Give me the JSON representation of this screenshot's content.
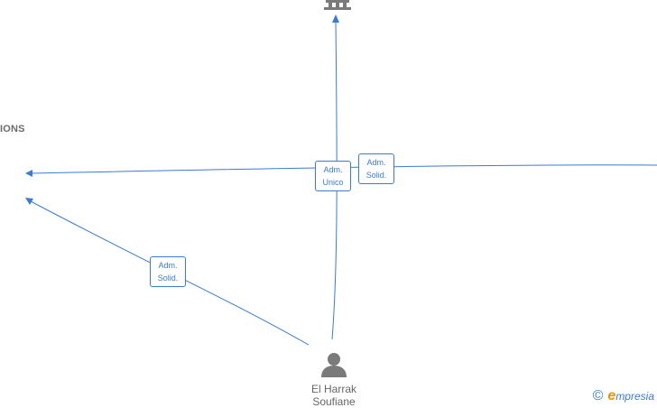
{
  "diagram": {
    "top_node": {
      "icon": "building-icon"
    },
    "left_node": {
      "label": "IONS"
    },
    "person": {
      "icon": "person-icon",
      "name_line1": "El Harrak",
      "name_line2": "Soufiane"
    },
    "roles": [
      {
        "line1": "Adm.",
        "line2": "Unico"
      },
      {
        "line1": "Adm.",
        "line2": "Solid."
      },
      {
        "line1": "Adm.",
        "line2": "Solid."
      }
    ],
    "edge_color": "#3a7bd5"
  },
  "watermark": {
    "symbol": "©",
    "brand_initial": "e",
    "brand_rest": "mpresia",
    "accent_color": "#f39200"
  }
}
